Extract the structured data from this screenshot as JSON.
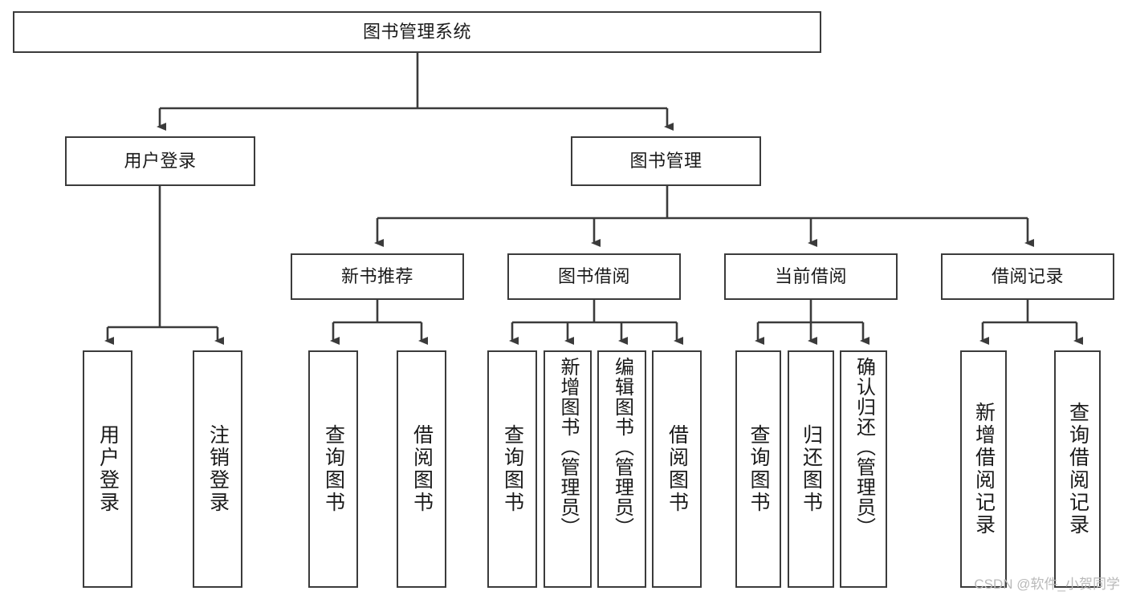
{
  "diagram": {
    "title": "图书管理系统",
    "type": "tree-hierarchy-chart",
    "root": {
      "label": "图书管理系统"
    },
    "level2": [
      {
        "label": "用户登录"
      },
      {
        "label": "图书管理"
      }
    ],
    "level3": [
      {
        "label": "新书推荐"
      },
      {
        "label": "图书借阅"
      },
      {
        "label": "当前借阅"
      },
      {
        "label": "借阅记录"
      }
    ],
    "leaves": {
      "user_login": [
        {
          "label": "用户登录"
        },
        {
          "label": "注销登录"
        }
      ],
      "new_book_recommend": [
        {
          "label": "查询图书"
        },
        {
          "label": "借阅图书"
        }
      ],
      "book_borrow": [
        {
          "label": "查询图书"
        },
        {
          "label": "新增图书（管理员）"
        },
        {
          "label": "编辑图书（管理员）"
        },
        {
          "label": "借阅图书"
        }
      ],
      "current_borrow": [
        {
          "label": "查询图书"
        },
        {
          "label": "归还图书"
        },
        {
          "label": "确认归还（管理员）"
        }
      ],
      "borrow_record": [
        {
          "label": "新增借阅记录"
        },
        {
          "label": "查询借阅记录"
        }
      ]
    },
    "watermark": "CSDN @软件_小贺同学",
    "colors": {
      "border": "#3b3b3b",
      "background": "#ffffff",
      "text": "#1a1a1a",
      "watermark": "#b9b9b9"
    }
  }
}
